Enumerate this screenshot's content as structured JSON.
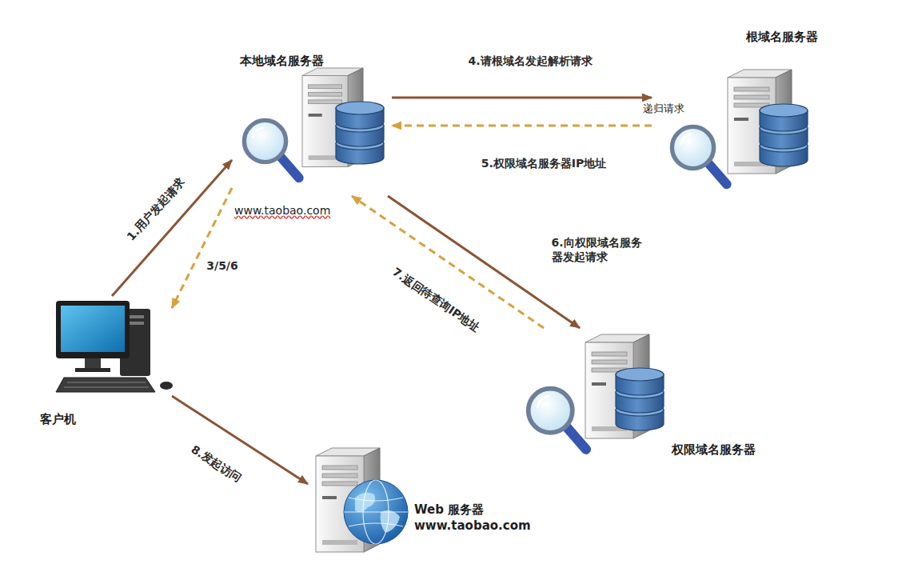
{
  "diagram": {
    "nodes": [
      {
        "text": [
          "本地域名服务器"
        ]
      },
      {
        "text": [
          "根域名服务器"
        ]
      },
      {
        "text": [
          "权限域名服务器"
        ]
      },
      {
        "text": [
          "客户机"
        ]
      },
      {
        "text": [
          "Web 服务器",
          "www.taobao.com"
        ]
      }
    ],
    "edges": [
      {
        "from": 3,
        "to": 0,
        "label": "1.用户发起请求",
        "arrow": "to"
      },
      {
        "from": 0,
        "to": 3,
        "label": "3/5/6",
        "arrow": "to"
      },
      {
        "from": 0,
        "to": 1,
        "label": "4.请根域名发起解析请求",
        "arrow": "to"
      },
      {
        "from": 1,
        "to": 0,
        "label": "5.权限域名服务器IP地址",
        "arrow": "to"
      },
      {
        "from": 0,
        "to": 2,
        "label": "6.向权限域名服务器发起请求",
        "arrow": "to"
      },
      {
        "from": 2,
        "to": 0,
        "label": "7.返回待查询IP地址",
        "arrow": "to"
      },
      {
        "from": 3,
        "to": 4,
        "label": "8.发起访问",
        "arrow": "to"
      }
    ],
    "labels": [
      "www.taobao.com",
      "递归请求"
    ]
  }
}
